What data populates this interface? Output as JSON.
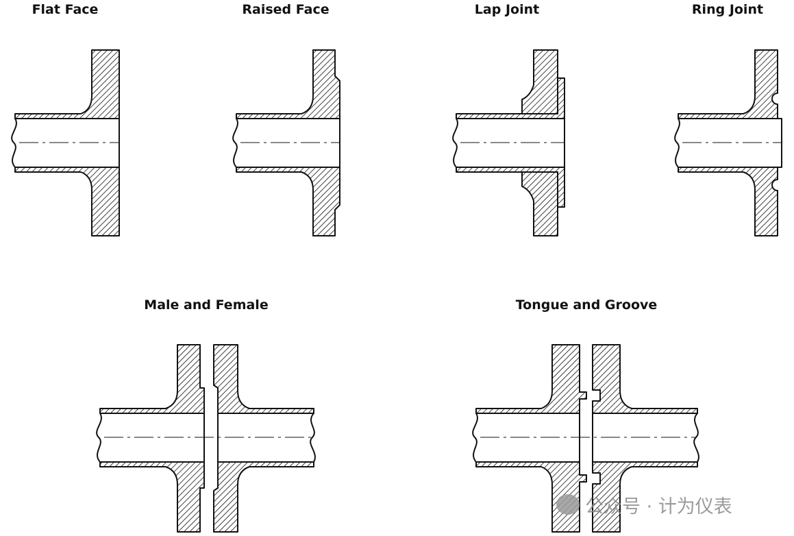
{
  "diagrams": [
    {
      "id": "flat-face",
      "label": "Flat Face"
    },
    {
      "id": "raised-face",
      "label": "Raised Face"
    },
    {
      "id": "lap-joint",
      "label": "Lap Joint"
    },
    {
      "id": "ring-joint",
      "label": "Ring Joint"
    },
    {
      "id": "male-female",
      "label": "Male and Female"
    },
    {
      "id": "tongue-groove",
      "label": "Tongue and Groove"
    }
  ],
  "watermark": {
    "text": "公众号 · 计为仪表"
  }
}
